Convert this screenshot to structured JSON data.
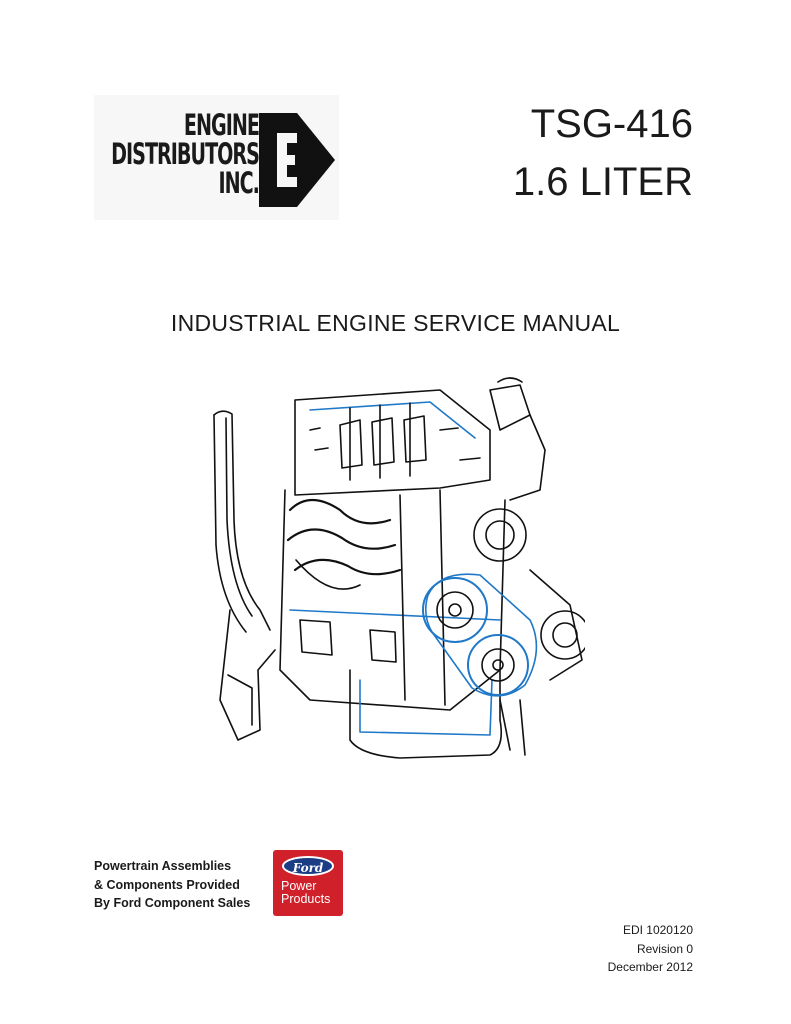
{
  "logo": {
    "lines": [
      "ENGINE",
      "DISTRIBUTORS",
      "INC."
    ],
    "mark_icon": "e-arrow-logo-icon"
  },
  "title": {
    "model": "TSG-416",
    "displacement": "1.6 LITER"
  },
  "subtitle": "INDUSTRIAL ENGINE SERVICE MANUAL",
  "illustration_icon": "engine-line-drawing-icon",
  "powertrain": {
    "lines": [
      "Powertrain Assemblies",
      "& Components Provided",
      "By Ford Component Sales"
    ]
  },
  "ford_badge": {
    "oval_text": "Ford",
    "line1": "Power",
    "line2": "Products",
    "colors": {
      "badge": "#d0202a",
      "oval": "#1b3d86"
    }
  },
  "doc_meta": {
    "edi": "EDI 1020120",
    "revision": "Revision 0",
    "date": "December 2012"
  },
  "colors": {
    "accent_blue": "#1f78c8",
    "line": "#111111"
  }
}
